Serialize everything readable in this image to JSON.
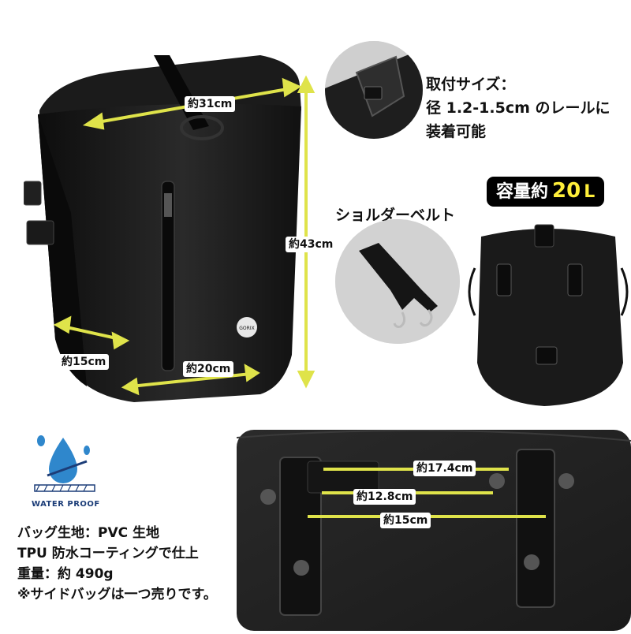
{
  "measurements": {
    "width_label": "約31cm",
    "height_label": "約43cm",
    "depth_label": "約15cm",
    "bottom_width_label": "約20cm",
    "hook_outer_label": "約17.4cm",
    "hook_inner_label": "約12.8cm",
    "hook_rail_label": "約15cm"
  },
  "mount_info": {
    "line1": "取付サイズ：",
    "line2": "径 1.2-1.5cm のレールに",
    "line3": "装着可能"
  },
  "capacity": {
    "prefix": "容量約",
    "value": "20",
    "unit": "L"
  },
  "strap": {
    "title": "ショルダーベルト"
  },
  "waterproof": {
    "caption": "WATER PROOF",
    "icon": "waterproof-droplet-icon"
  },
  "brand": {
    "logo_text": "GORIX"
  },
  "specs": [
    "バッグ生地：PVC 生地",
    "TPU 防水コーティングで仕上",
    "重量：約 490g",
    "※サイドバッグは一つ売りです。"
  ],
  "colors": {
    "arrow": "#dfe34a",
    "capacity_bg": "#000000",
    "capacity_accent": "#ffef3a",
    "bag": "#1a1a1a",
    "droplet": "#2f87cc"
  }
}
